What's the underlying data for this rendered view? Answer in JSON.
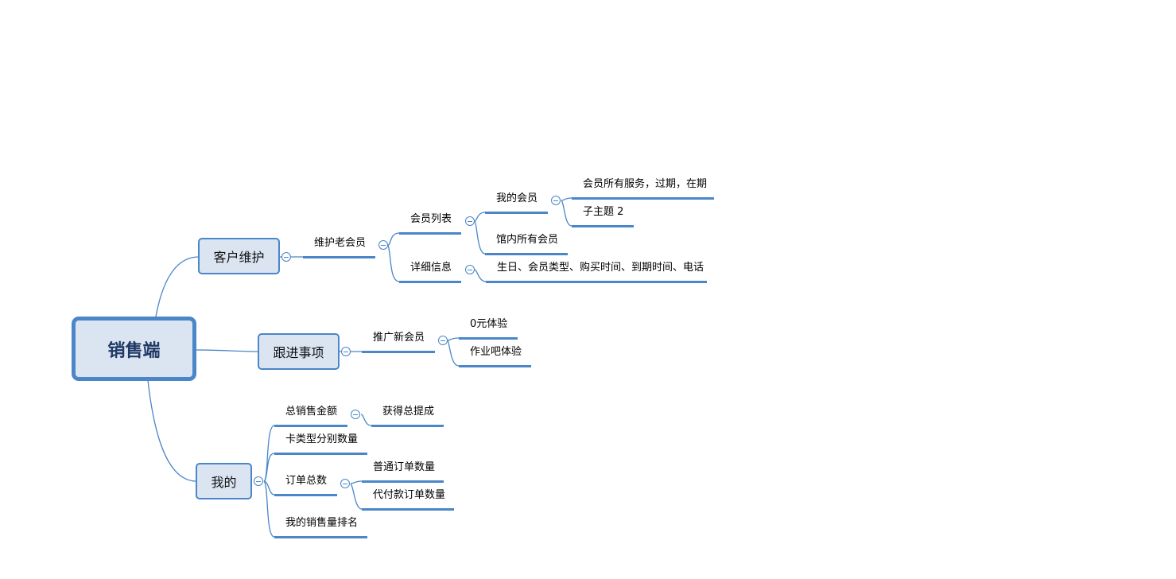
{
  "root": "销售端",
  "branches": {
    "customer": {
      "label": "客户维护",
      "maintain": {
        "label": "维护老会员",
        "member_list": {
          "label": "会员列表",
          "my_members": {
            "label": "我的会员",
            "children": [
              "会员所有服务，过期，在期",
              "子主题 2"
            ]
          },
          "all_members": "馆内所有会员"
        },
        "details": {
          "label": "详细信息",
          "info": "生日、会员类型、购买时间、到期时间、电话"
        }
      }
    },
    "followup": {
      "label": "跟进事项",
      "promote": {
        "label": "推广新会员",
        "children": [
          "0元体验",
          "作业吧体验"
        ]
      }
    },
    "mine": {
      "label": "我的",
      "total_sales": {
        "label": "总销售金额",
        "commission": "获得总提成"
      },
      "card_type_count": "卡类型分别数量",
      "orders": {
        "label": "订单总数",
        "children": [
          "普通订单数量",
          "代付款订单数量"
        ]
      },
      "ranking": "我的销售量排名"
    }
  }
}
